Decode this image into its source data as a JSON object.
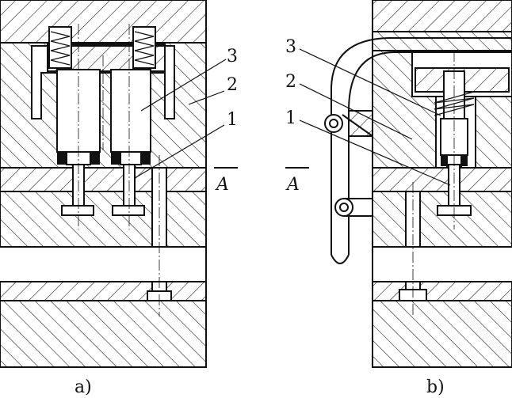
{
  "figure": {
    "panel_a": {
      "caption": "a)",
      "callouts": [
        "3",
        "2",
        "1"
      ],
      "section_mark": "A"
    },
    "panel_b": {
      "caption": "b)",
      "callouts": [
        "3",
        "2",
        "1"
      ],
      "section_mark": "A"
    }
  }
}
